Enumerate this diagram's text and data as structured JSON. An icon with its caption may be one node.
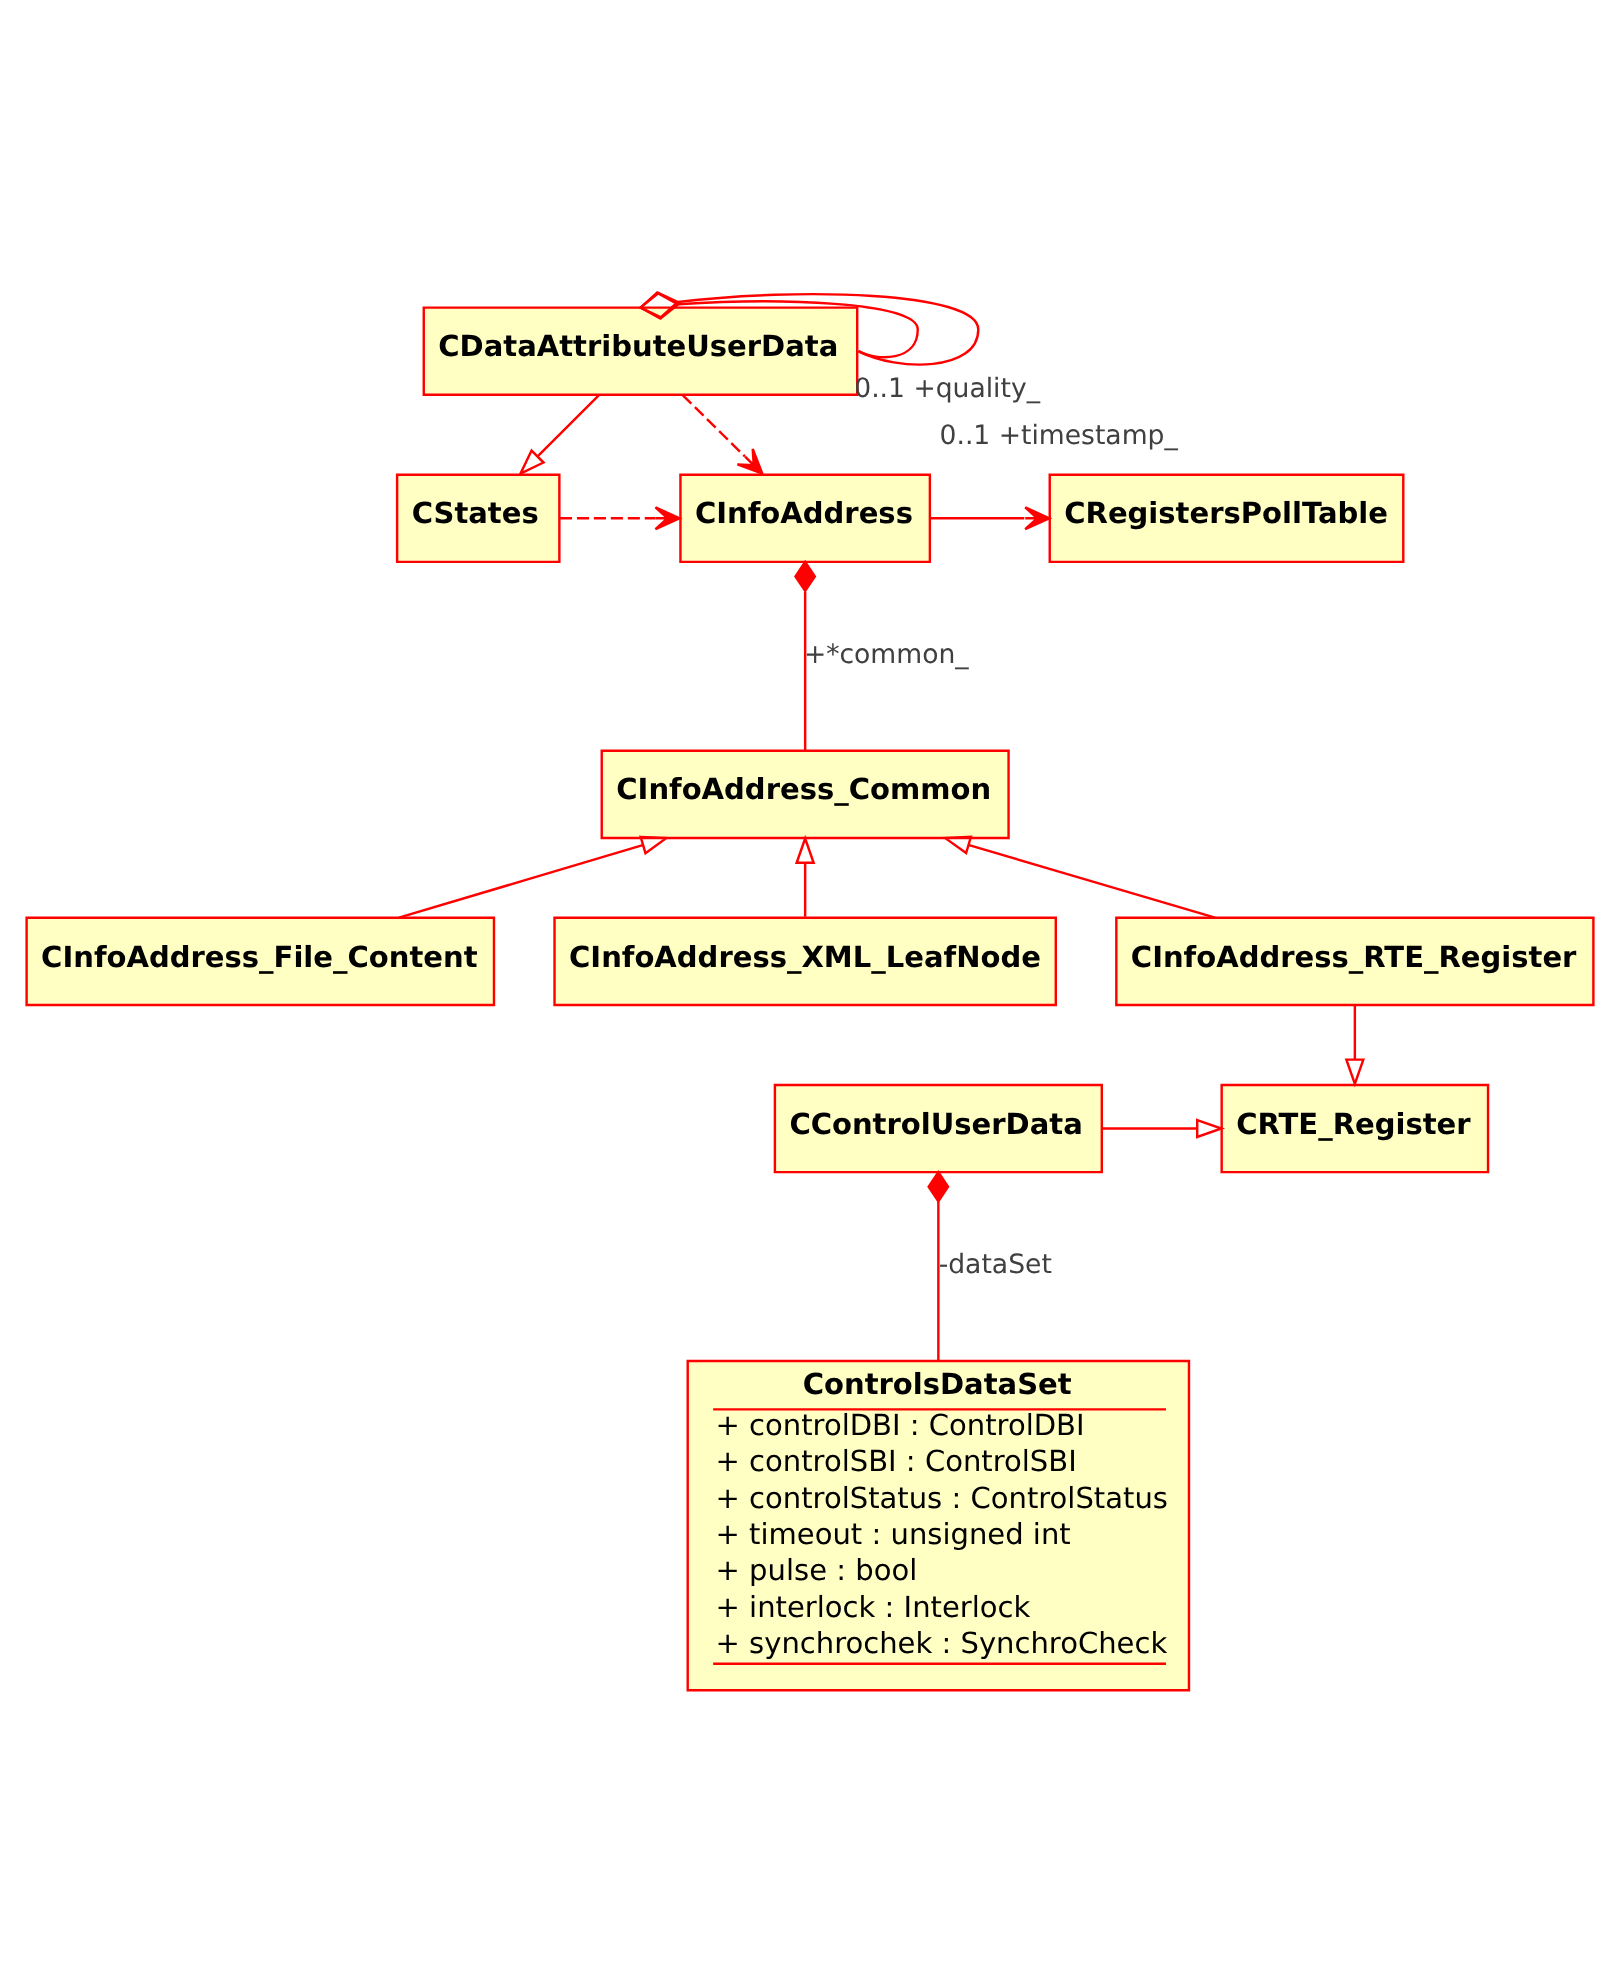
{
  "diagram": {
    "nodes": [
      {
        "text": [
          "CDataAttributeUserData"
        ]
      },
      {
        "text": [
          "CStates"
        ]
      },
      {
        "text": [
          "CInfoAddress"
        ]
      },
      {
        "text": [
          "CRegistersPollTable"
        ]
      },
      {
        "text": [
          "CInfoAddress_Common"
        ]
      },
      {
        "text": [
          "CInfoAddress_File_Content"
        ]
      },
      {
        "text": [
          "CInfoAddress_XML_LeafNode"
        ]
      },
      {
        "text": [
          "CInfoAddress_RTE_Register"
        ]
      },
      {
        "text": [
          "CRTE_Register"
        ]
      },
      {
        "text": [
          "CControlUserData"
        ]
      },
      {
        "text": [
          "ControlsDataSet",
          "+ controlDBI : ControlDBI",
          "+ controlSBI : ControlSBI",
          "+ controlStatus : ControlStatus",
          "+ timeout : unsigned int",
          "+ pulse : bool",
          "+ interlock : Interlock",
          "+ synchrochek : SynchroCheck"
        ]
      }
    ],
    "edges": [
      {
        "from": 0,
        "to": 0,
        "arrow": "other",
        "label": "0..1 +quality_"
      },
      {
        "from": 0,
        "to": 0,
        "arrow": "other",
        "label": "0..1 +timestamp_"
      },
      {
        "from": 0,
        "to": 1,
        "arrow": "to"
      },
      {
        "from": 0,
        "to": 2,
        "arrow": "to",
        "style": "dashed"
      },
      {
        "from": 1,
        "to": 2,
        "arrow": "to",
        "style": "dashed"
      },
      {
        "from": 2,
        "to": 3,
        "arrow": "to"
      },
      {
        "from": 2,
        "to": 4,
        "arrow": "other",
        "label": "+*common_"
      },
      {
        "from": 5,
        "to": 4,
        "arrow": "to"
      },
      {
        "from": 7,
        "to": 4,
        "arrow": "to"
      },
      {
        "from": 6,
        "to": 4,
        "arrow": "to"
      },
      {
        "from": 7,
        "to": 8,
        "arrow": "to"
      },
      {
        "from": 9,
        "to": 8,
        "arrow": "to"
      },
      {
        "from": 9,
        "to": 10,
        "arrow": "other",
        "label": "-dataSet"
      }
    ]
  }
}
